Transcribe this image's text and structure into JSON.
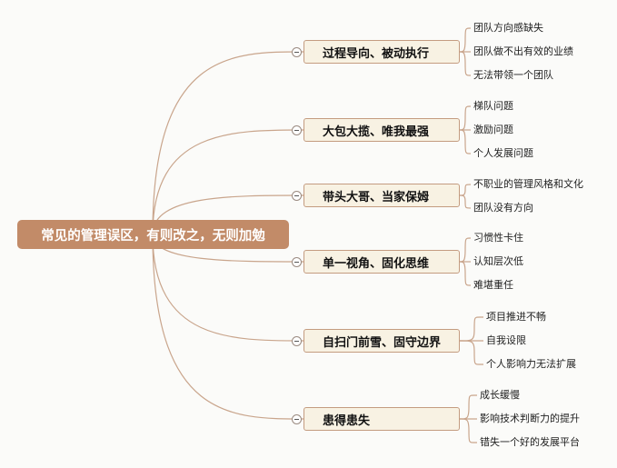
{
  "root": {
    "label": "常见的管理误区，有则改之，无则加勉"
  },
  "branches": [
    {
      "label": "过程导向、被动执行",
      "children": [
        "团队方向感缺失",
        "团队做不出有效的业绩",
        "无法带领一个团队"
      ]
    },
    {
      "label": "大包大揽、唯我最强",
      "children": [
        "梯队问题",
        "激励问题",
        "个人发展问题"
      ]
    },
    {
      "label": "带头大哥、当家保姆",
      "children": [
        "不职业的管理风格和文化",
        "团队没有方向"
      ]
    },
    {
      "label": "单一视角、固化思维",
      "children": [
        "习惯性卡住",
        "认知层次低",
        "难堪重任"
      ]
    },
    {
      "label": "自扫门前雪、固守边界",
      "children": [
        "项目推进不畅",
        "自我设限",
        "个人影响力无法扩展"
      ]
    },
    {
      "label": "患得患失",
      "children": [
        "成长缓慢",
        "影响技术判断力的提升",
        "错失一个好的发展平台"
      ]
    }
  ],
  "colors": {
    "root_fill": "#c28b68",
    "branch_fill": "#f8f2e3",
    "branch_border": "#c49c80",
    "connector": "#c9a58c"
  }
}
